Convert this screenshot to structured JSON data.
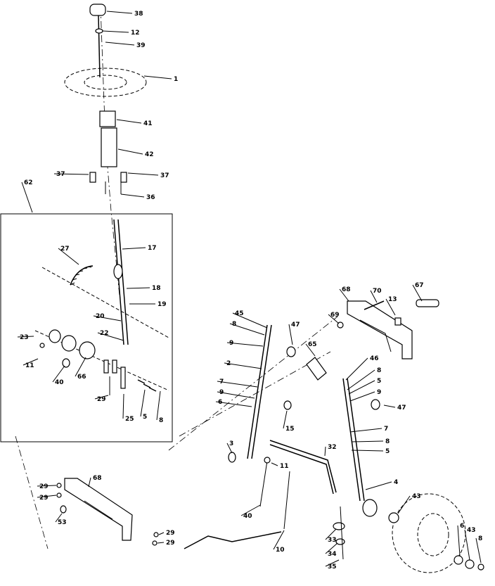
{
  "colors": {
    "ink": "#000000",
    "paper": "#ffffff"
  },
  "callouts": [
    {
      "text": "38"
    },
    {
      "text": "12"
    },
    {
      "text": "39"
    },
    {
      "text": "1"
    },
    {
      "text": "41"
    },
    {
      "text": "42"
    },
    {
      "text": "37"
    },
    {
      "text": "37"
    },
    {
      "text": "36"
    },
    {
      "text": "62"
    },
    {
      "text": "17"
    },
    {
      "text": "27"
    },
    {
      "text": "18"
    },
    {
      "text": "19"
    },
    {
      "text": "20"
    },
    {
      "text": "22"
    },
    {
      "text": "23"
    },
    {
      "text": "11"
    },
    {
      "text": "40"
    },
    {
      "text": "66"
    },
    {
      "text": "29"
    },
    {
      "text": "25"
    },
    {
      "text": "5"
    },
    {
      "text": "8"
    },
    {
      "text": "68"
    },
    {
      "text": "70"
    },
    {
      "text": "13"
    },
    {
      "text": "67"
    },
    {
      "text": "69"
    },
    {
      "text": "45"
    },
    {
      "text": "8"
    },
    {
      "text": "9"
    },
    {
      "text": "47"
    },
    {
      "text": "65"
    },
    {
      "text": "2"
    },
    {
      "text": "7"
    },
    {
      "text": "9"
    },
    {
      "text": "6"
    },
    {
      "text": "15"
    },
    {
      "text": "46"
    },
    {
      "text": "8"
    },
    {
      "text": "5"
    },
    {
      "text": "9"
    },
    {
      "text": "47"
    },
    {
      "text": "7"
    },
    {
      "text": "8"
    },
    {
      "text": "5"
    },
    {
      "text": "3"
    },
    {
      "text": "32"
    },
    {
      "text": "11"
    },
    {
      "text": "4"
    },
    {
      "text": "29"
    },
    {
      "text": "29"
    },
    {
      "text": "68"
    },
    {
      "text": "53"
    },
    {
      "text": "40"
    },
    {
      "text": "43"
    },
    {
      "text": "29"
    },
    {
      "text": "29"
    },
    {
      "text": "10"
    },
    {
      "text": "33"
    },
    {
      "text": "34"
    },
    {
      "text": "35"
    },
    {
      "text": "6"
    },
    {
      "text": "43"
    },
    {
      "text": "8"
    }
  ]
}
